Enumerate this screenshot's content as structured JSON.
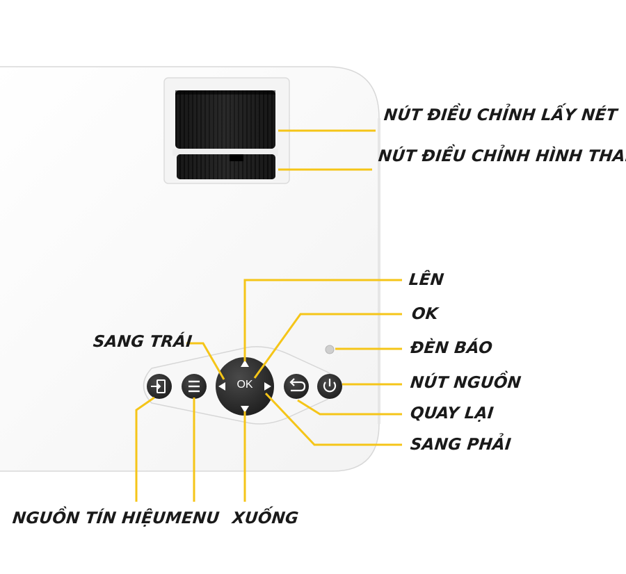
{
  "labels": {
    "focus_wheel": "NÚT ĐIỀU CHỈNH LẤY NÉT",
    "keystone_wheel": "NÚT ĐIỀU CHỈNH HÌNH THANG",
    "up": "LÊN",
    "ok": "OK",
    "indicator": "ĐÈN BÁO",
    "power": "NÚT NGUỒN",
    "back": "QUAY LẠI",
    "right": "SANG PHẢI",
    "left": "SANG TRÁI",
    "source": "NGUỒN TÍN HIỆU",
    "menu": "MENU",
    "down": "XUỐNG"
  },
  "dpad": {
    "center_text": "OK"
  },
  "colors": {
    "leader_line": "#f5c518",
    "device_body": "#fdfdfd",
    "button_dark": "#2b2b2b",
    "label_text": "#1a1a1a"
  },
  "icons": {
    "source_button": "input-source-icon",
    "menu_button": "menu-icon",
    "back_button": "return-icon",
    "power_button": "power-icon"
  }
}
